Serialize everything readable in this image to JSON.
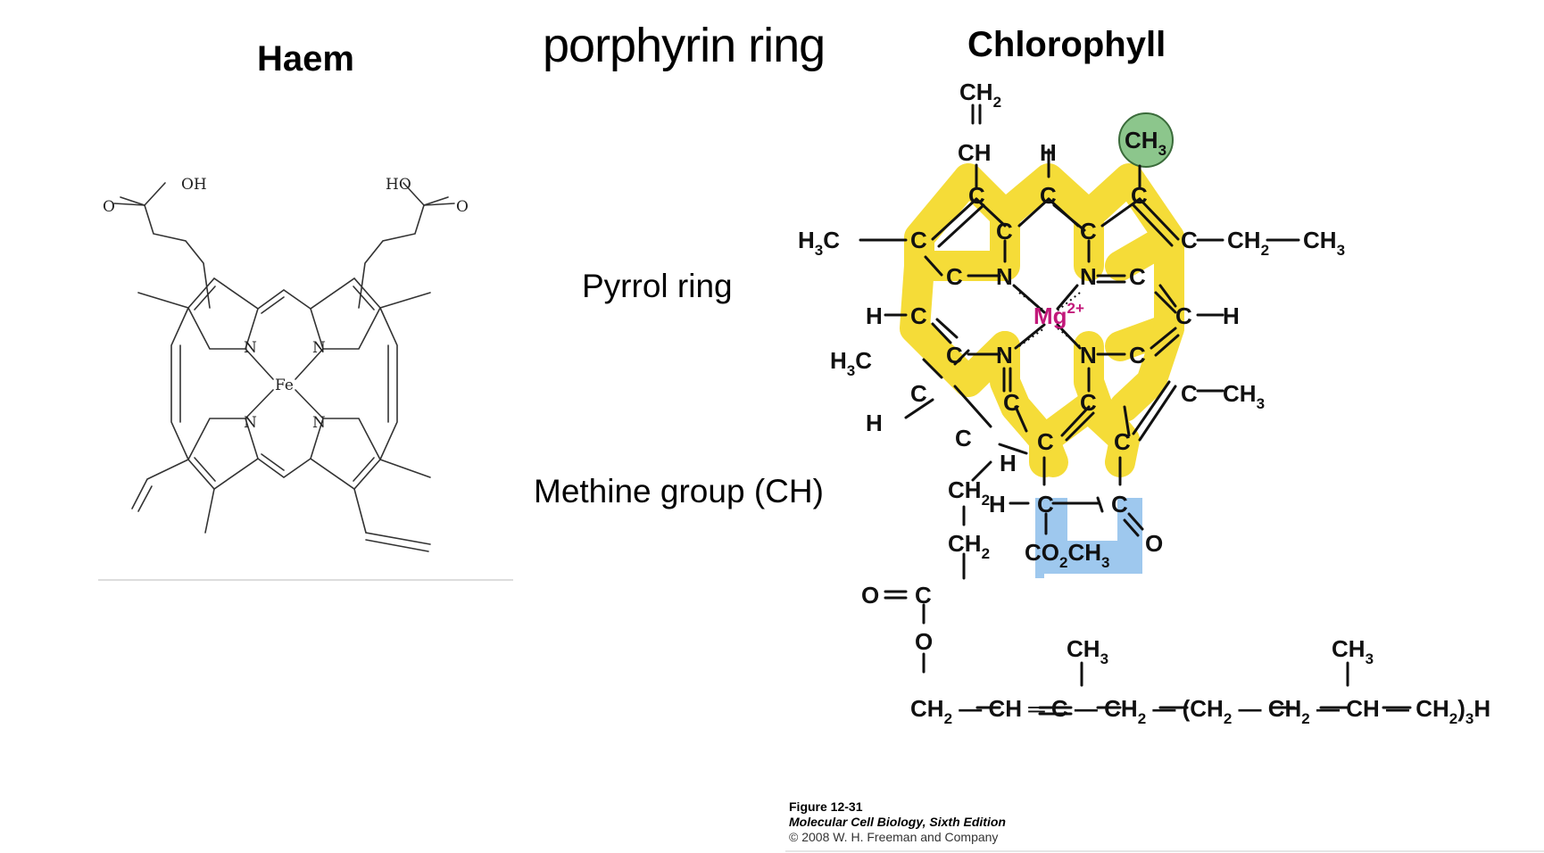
{
  "titles": {
    "haem": "Haem",
    "porphyrin": "porphyrin ring",
    "chlorophyll": "Chlorophyll"
  },
  "labels": {
    "pyrrol": "Pyrrol ring",
    "methine": "Methine group (CH)"
  },
  "haem": {
    "oh_left": "OH",
    "ho_right": "HO",
    "o_left": "O",
    "o_right": "O",
    "n_top_left": "N",
    "n_top_right": "N",
    "n_bottom_left": "N",
    "n_bottom_right": "N",
    "metal": "Fe"
  },
  "chlorophyll": {
    "metal": "Mg",
    "charge": "2+",
    "ch2_vinyl": "CH",
    "ch_vinyl": "CH",
    "h_top": "H",
    "ch3_top": "CH",
    "h3c_left": "H",
    "ch2_ch3": "CH",
    "h_left": "H",
    "h_right": "H",
    "h3c_lower": "H",
    "ch3_right": "CH",
    "h_c": "H",
    "h_sub": "H",
    "ch2_chain_1": "CH",
    "ch2_chain_2": "CH",
    "co2ch3": "CO",
    "o_ketone": "O",
    "o_ester": "O",
    "o_single": "O",
    "phytol_ch3_1": "CH",
    "phytol_ch3_2": "CH",
    "phytol_chain": "CH"
  },
  "colors": {
    "highlight_yellow": "#f5dc38",
    "highlight_blue": "#9ec8ee",
    "methyl_green": "#8cc68c",
    "mg_magenta": "#c2187a"
  },
  "caption": {
    "figure": "Figure 12-31",
    "book": "Molecular Cell Biology, Sixth Edition",
    "copyright": "© 2008 W. H. Freeman and Company"
  }
}
